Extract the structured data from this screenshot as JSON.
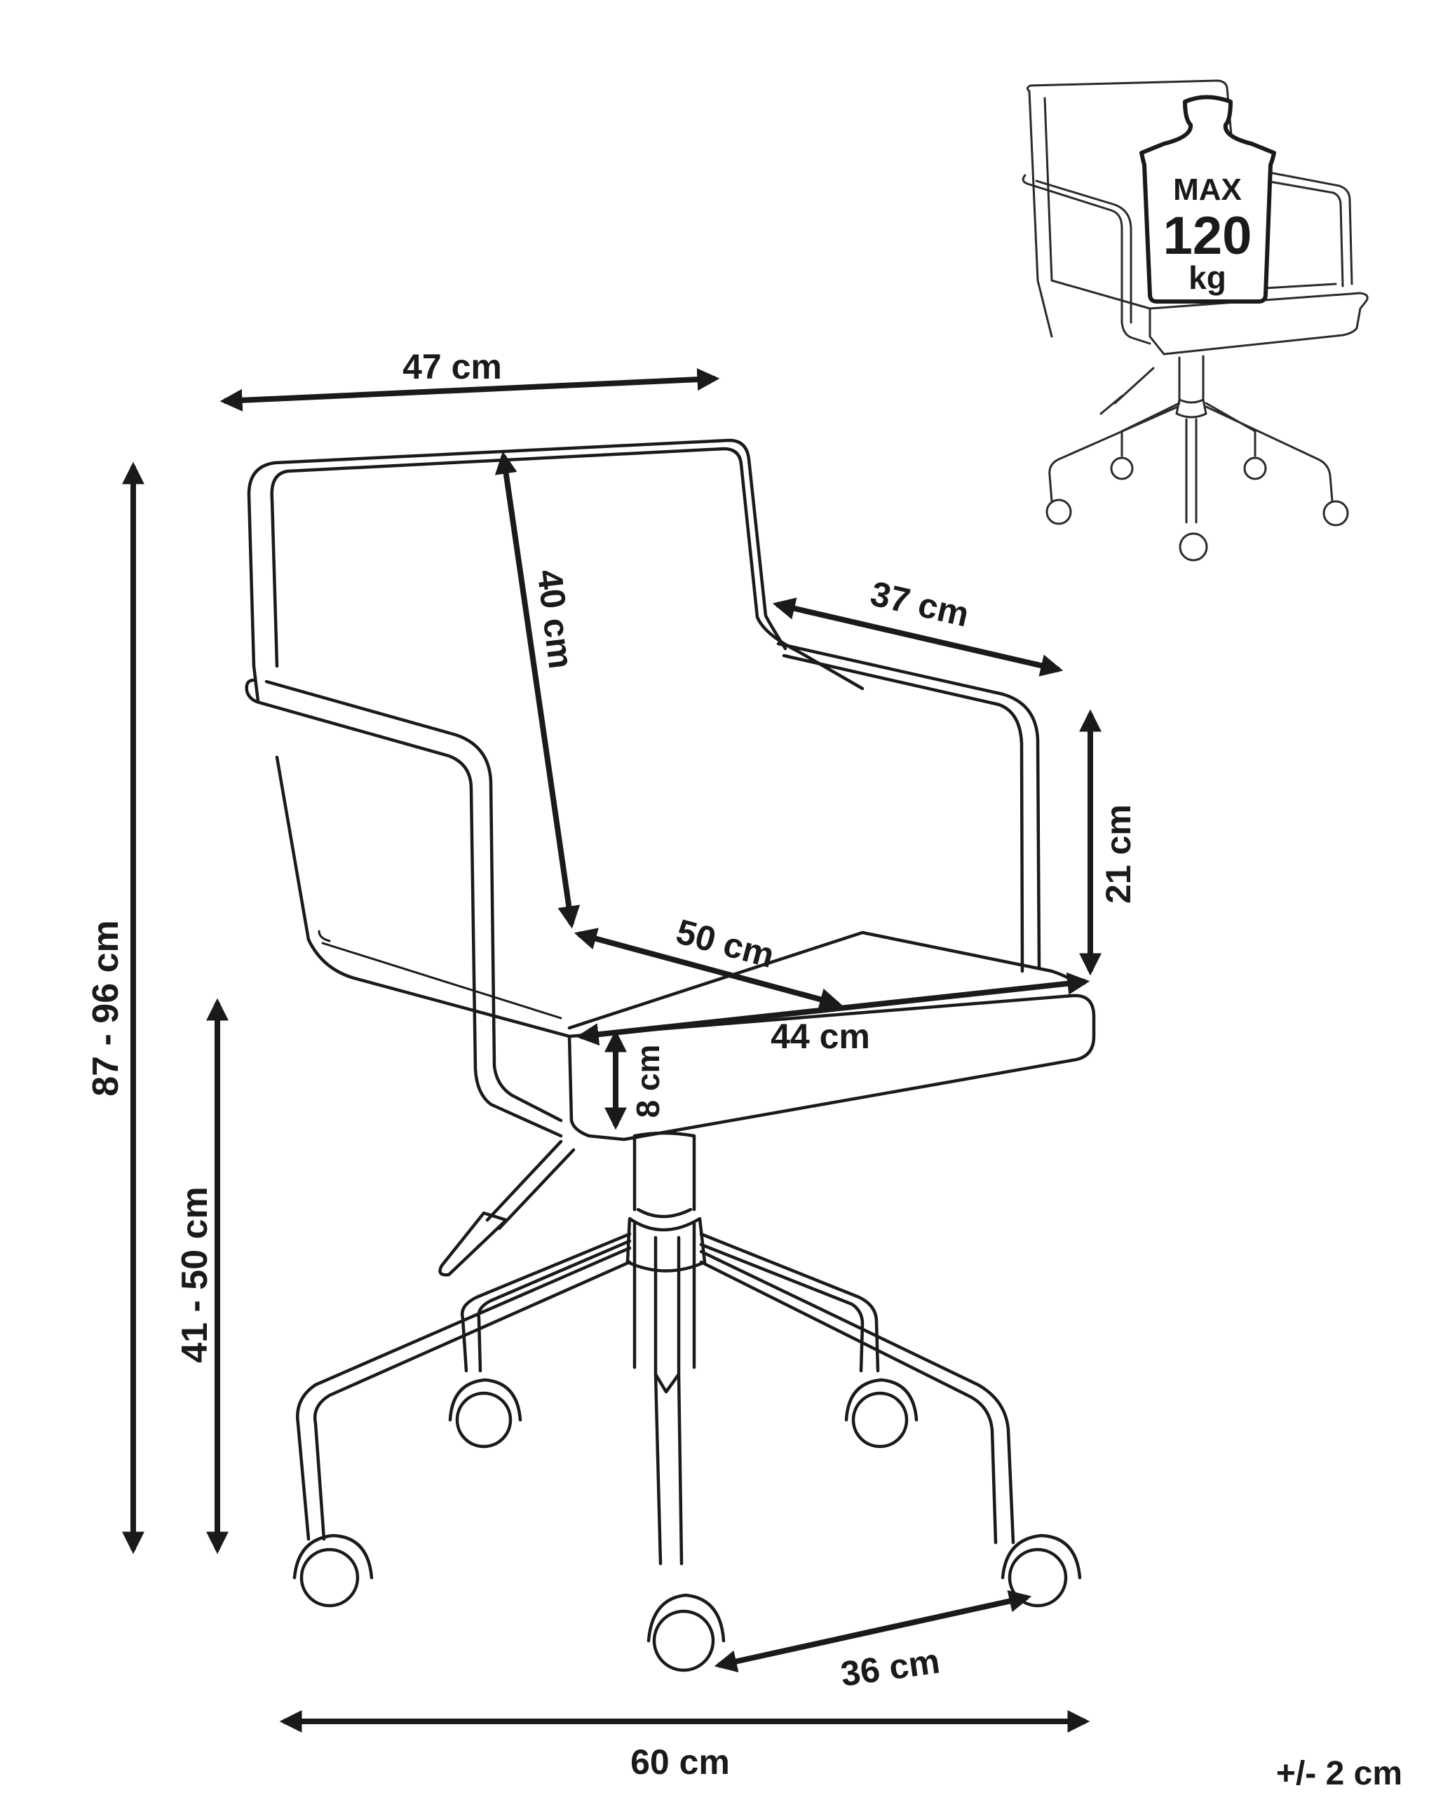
{
  "dimensions": {
    "back_width": "47 cm",
    "back_height": "40 cm",
    "arm_depth": "37 cm",
    "arm_height": "21 cm",
    "seat_depth": "50 cm",
    "seat_width": "44 cm",
    "seat_thickness": "8 cm",
    "total_height": "87 - 96 cm",
    "seat_height": "41 - 50 cm",
    "base_spacing": "36 cm",
    "base_width": "60 cm"
  },
  "max_load": {
    "prefix": "MAX",
    "value": "120",
    "unit": "kg"
  },
  "tolerance": "+/- 2 cm"
}
